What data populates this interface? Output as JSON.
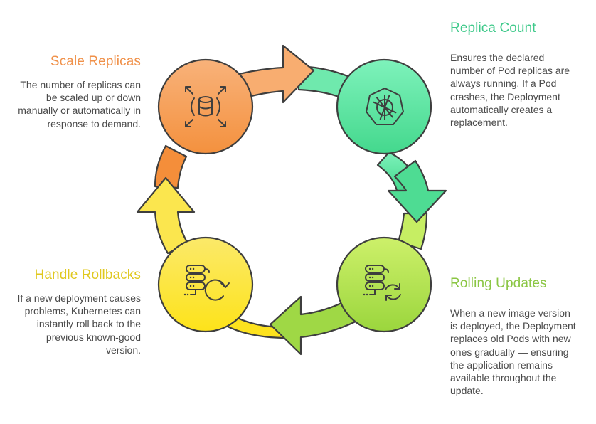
{
  "diagram": {
    "type": "cycle",
    "steps": [
      {
        "id": "scale-replicas",
        "title": "Scale Replicas",
        "description": "The number of replicas can be scaled up or down manually or automatically in response to demand.",
        "icon": "scale-database-icon",
        "color": "#f2953f"
      },
      {
        "id": "replica-count",
        "title": "Replica Count",
        "description": "Ensures the declared number of Pod replicas are always running. If a Pod crashes, the Deployment automatically creates a replacement.",
        "icon": "kubernetes-helm-icon",
        "color": "#4ecf8f"
      },
      {
        "id": "rolling-updates",
        "title": "Rolling Updates",
        "description": "When a new image version is deployed, the Deployment replaces old Pods with new ones gradually — ensuring the application remains available throughout the update.",
        "icon": "server-sync-icon",
        "color": "#8cc63f"
      },
      {
        "id": "handle-rollbacks",
        "title": "Handle Rollbacks",
        "description": "If a new deployment causes problems, Kubernetes can instantly roll back to the previous known-good version.",
        "icon": "server-rollback-icon",
        "color": "#e3c92a"
      }
    ]
  }
}
